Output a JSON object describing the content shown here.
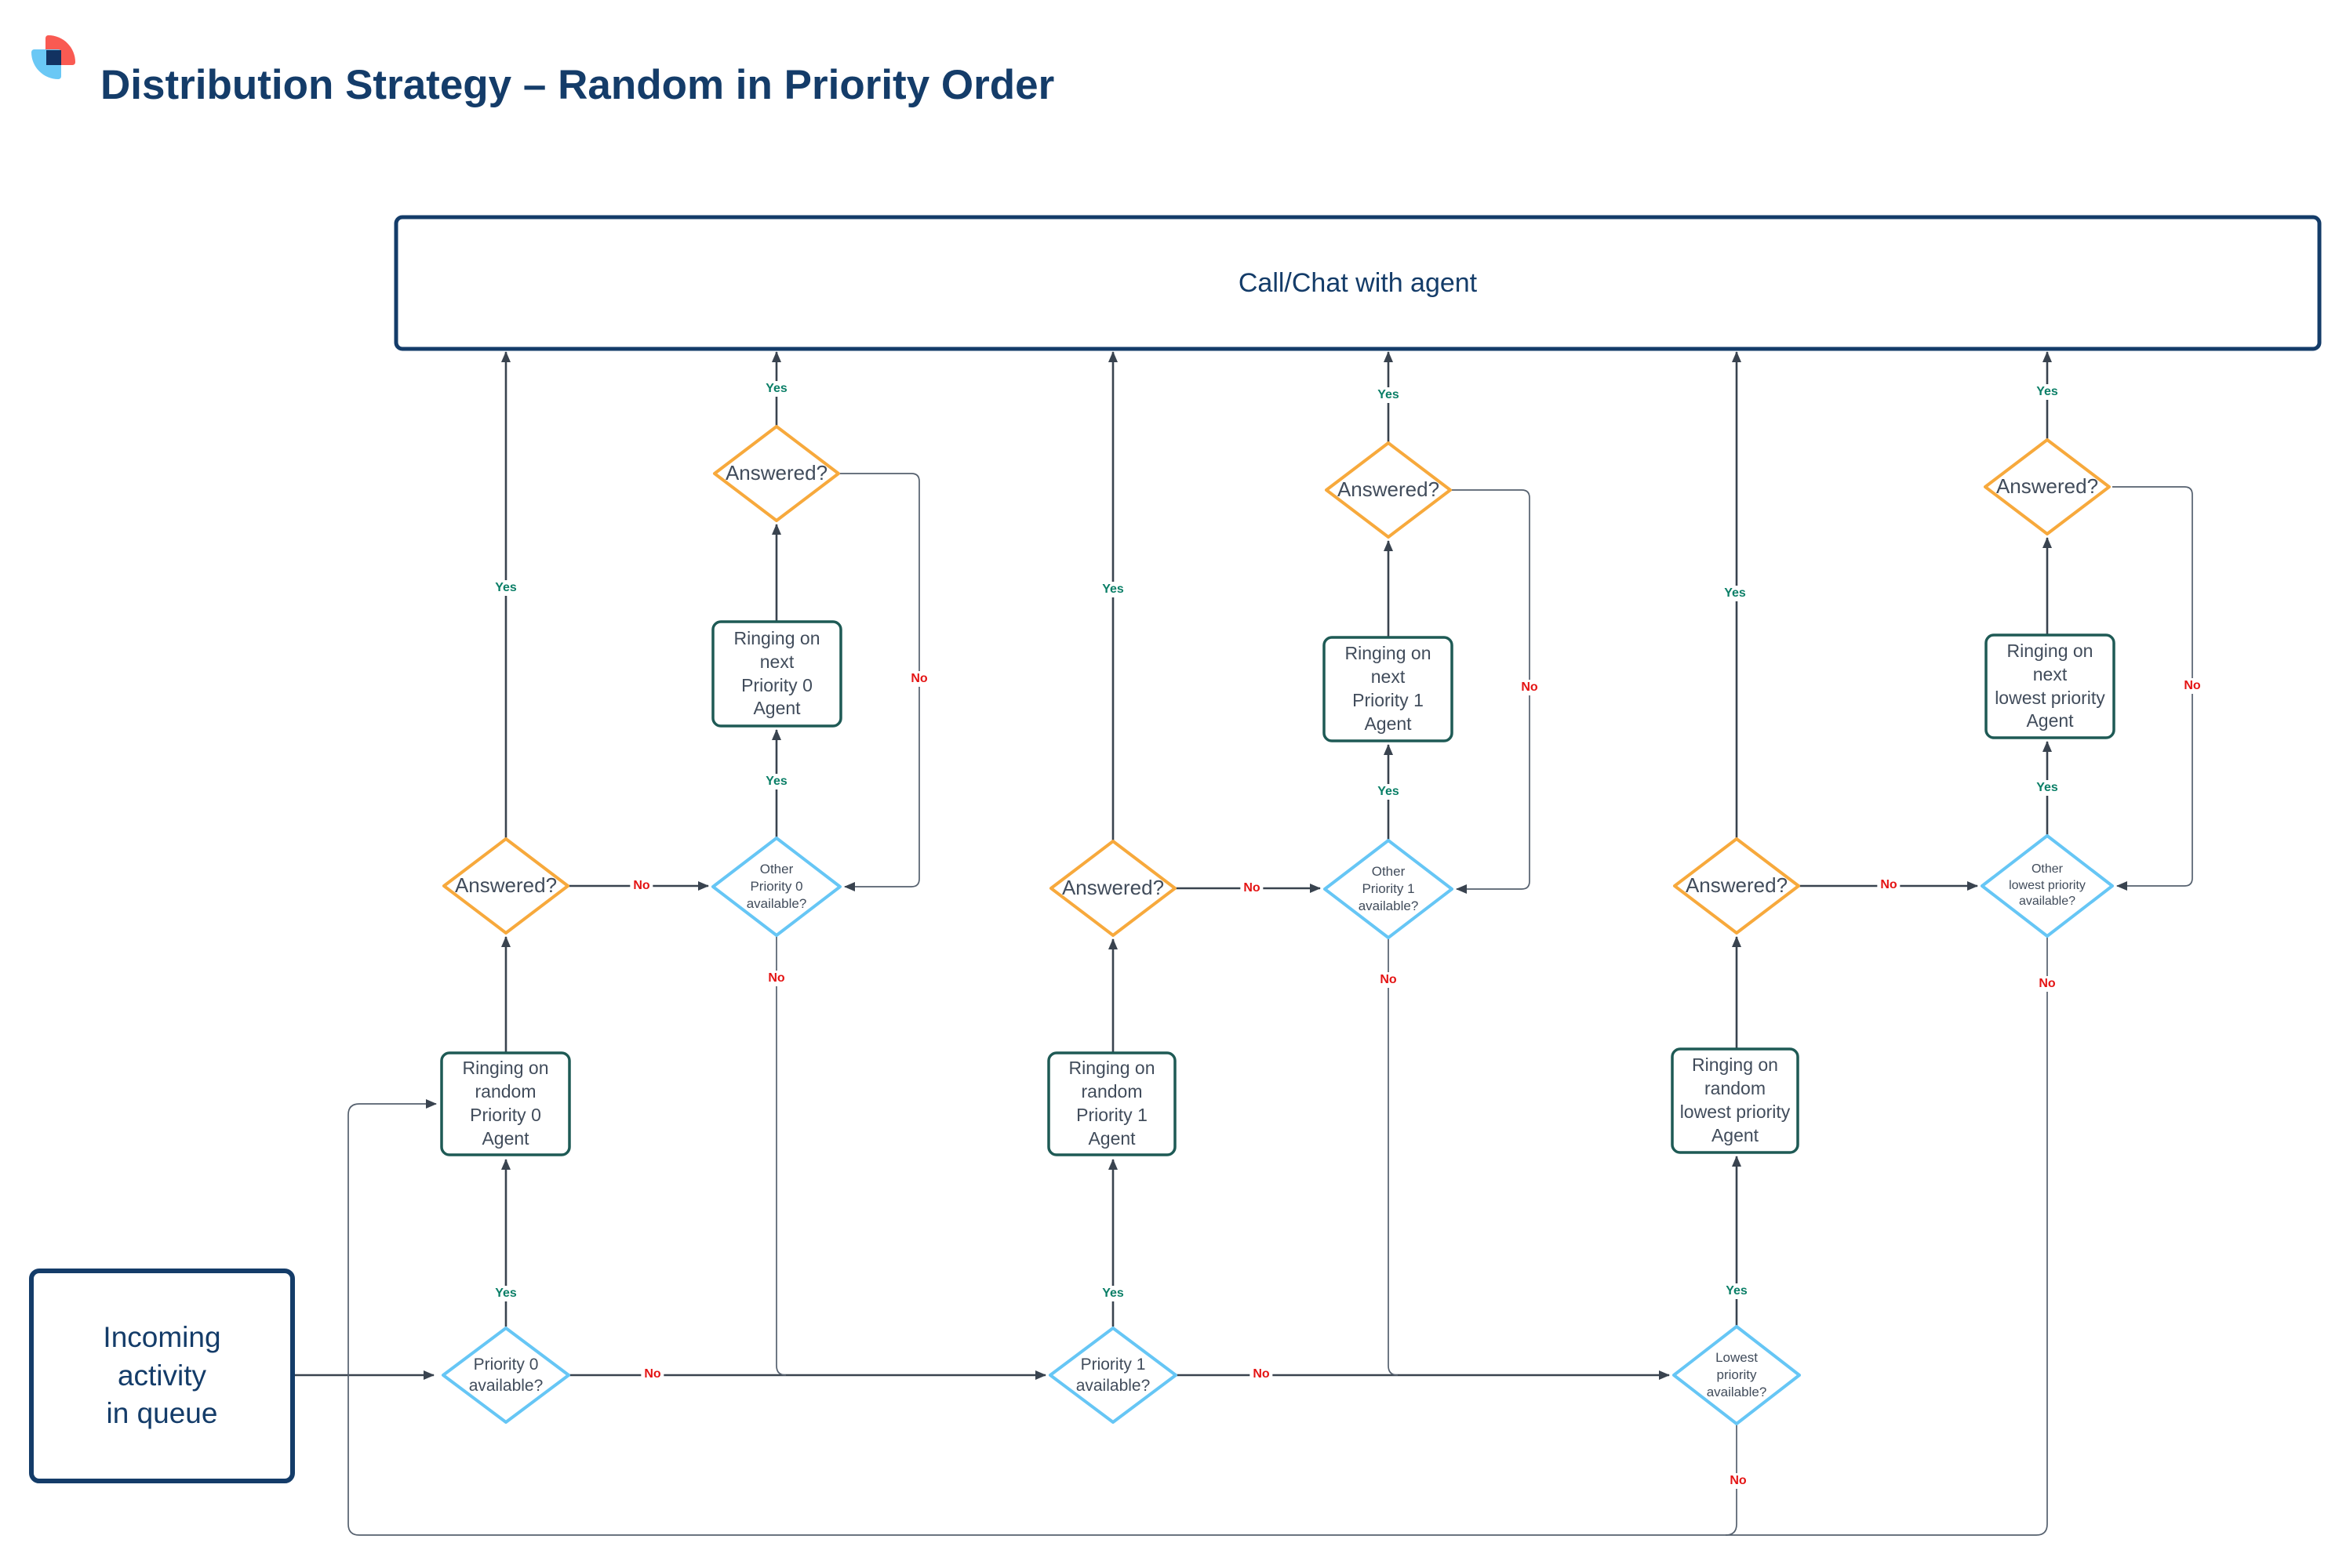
{
  "page": {
    "title": "Distribution Strategy – Random in Priority Order"
  },
  "labels": {
    "yes": "Yes",
    "no": "No"
  },
  "nodes": {
    "call_chat": {
      "label": "Call/Chat with agent"
    },
    "incoming": {
      "label": "Incoming\nactivity\nin queue"
    },
    "p0_available": {
      "label": "Priority 0\navailable?"
    },
    "ringing_random_p0": {
      "label": "Ringing on\nrandom\nPriority 0\nAgent"
    },
    "answered_random_p0": {
      "label": "Answered?"
    },
    "other_p0": {
      "label": "Other\nPriority 0\navailable?"
    },
    "ringing_next_p0": {
      "label": "Ringing on\nnext\nPriority 0\nAgent"
    },
    "answered_next_p0": {
      "label": "Answered?"
    },
    "p1_available": {
      "label": "Priority 1\navailable?"
    },
    "ringing_random_p1": {
      "label": "Ringing on\nrandom\nPriority 1\nAgent"
    },
    "answered_random_p1": {
      "label": "Answered?"
    },
    "other_p1": {
      "label": "Other\nPriority 1\navailable?"
    },
    "ringing_next_p1": {
      "label": "Ringing on\nnext\nPriority 1\nAgent"
    },
    "answered_next_p1": {
      "label": "Answered?"
    },
    "lowest_available": {
      "label": "Lowest\npriority\navailable?"
    },
    "ringing_random_lowest": {
      "label": "Ringing on\nrandom\nlowest priority\nAgent"
    },
    "answered_random_lowest": {
      "label": "Answered?"
    },
    "other_lowest": {
      "label": "Other\nlowest priority\navailable?"
    },
    "ringing_next_lowest": {
      "label": "Ringing on\nnext\nlowest priority\nAgent"
    },
    "answered_next_lowest": {
      "label": "Answered?"
    }
  },
  "colors": {
    "navy": "#143c69",
    "orange_diamond": "#f7a93c",
    "blue_diamond": "#66c6f5",
    "teal_box": "#1e5a55",
    "line": "#39434f",
    "loop_line": "#55606e",
    "yes_label": "#0b7f67",
    "no_label": "#e41414",
    "node_text": "#414c5b",
    "logo_red": "#f95a52",
    "logo_blue": "#6ac8f5",
    "logo_navy": "#123261"
  }
}
